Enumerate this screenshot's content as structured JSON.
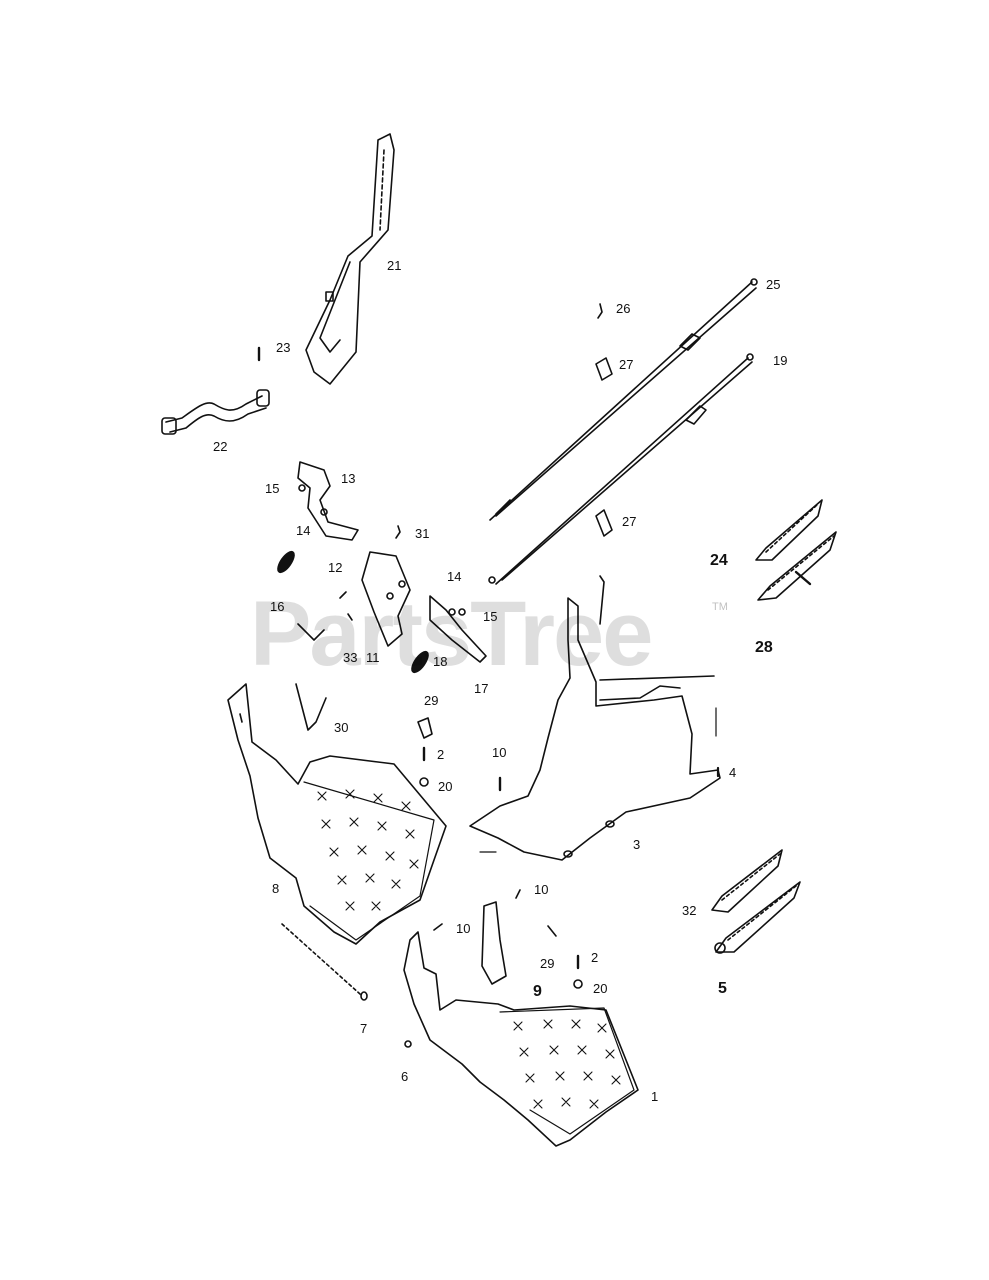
{
  "watermark": {
    "text": "PartsTree",
    "tm": "TM"
  },
  "callouts": [
    {
      "id": "c1",
      "text": "1"
    },
    {
      "id": "c2a",
      "text": "2"
    },
    {
      "id": "c2b",
      "text": "2"
    },
    {
      "id": "c3",
      "text": "3"
    },
    {
      "id": "c4",
      "text": "4"
    },
    {
      "id": "c5",
      "text": "5"
    },
    {
      "id": "c6",
      "text": "6"
    },
    {
      "id": "c7",
      "text": "7"
    },
    {
      "id": "c8",
      "text": "8"
    },
    {
      "id": "c9",
      "text": "9"
    },
    {
      "id": "c10a",
      "text": "10"
    },
    {
      "id": "c10b",
      "text": "10"
    },
    {
      "id": "c10c",
      "text": "10"
    },
    {
      "id": "c11",
      "text": "11"
    },
    {
      "id": "c12",
      "text": "12"
    },
    {
      "id": "c13",
      "text": "13"
    },
    {
      "id": "c14a",
      "text": "14"
    },
    {
      "id": "c14b",
      "text": "14"
    },
    {
      "id": "c15a",
      "text": "15"
    },
    {
      "id": "c15b",
      "text": "15"
    },
    {
      "id": "c16",
      "text": "16"
    },
    {
      "id": "c17",
      "text": "17"
    },
    {
      "id": "c18",
      "text": "18"
    },
    {
      "id": "c19",
      "text": "19"
    },
    {
      "id": "c20a",
      "text": "20"
    },
    {
      "id": "c20b",
      "text": "20"
    },
    {
      "id": "c21",
      "text": "21"
    },
    {
      "id": "c22",
      "text": "22"
    },
    {
      "id": "c23",
      "text": "23"
    },
    {
      "id": "c24",
      "text": "24"
    },
    {
      "id": "c25",
      "text": "25"
    },
    {
      "id": "c26",
      "text": "26"
    },
    {
      "id": "c27a",
      "text": "27"
    },
    {
      "id": "c27b",
      "text": "27"
    },
    {
      "id": "c28",
      "text": "28"
    },
    {
      "id": "c29a",
      "text": "29"
    },
    {
      "id": "c29b",
      "text": "29"
    },
    {
      "id": "c30",
      "text": "30"
    },
    {
      "id": "c31",
      "text": "31"
    },
    {
      "id": "c32",
      "text": "32"
    },
    {
      "id": "c33",
      "text": "33"
    }
  ]
}
